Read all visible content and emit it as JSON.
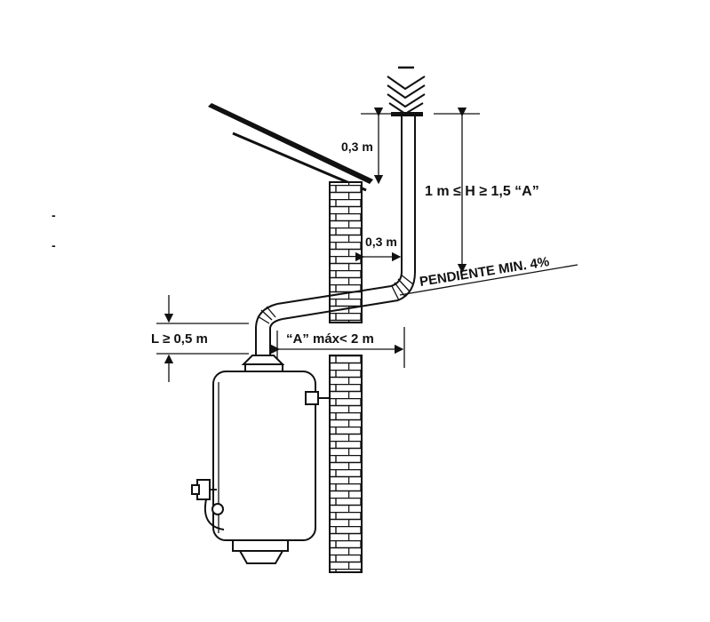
{
  "labels": {
    "clearance_top": "0,3 m",
    "height_rule": "1 m ≤ H ≥ 1,5 “A”",
    "clearance_wall": "0,3 m",
    "slope": "PENDIENTE MIN. 4%",
    "length_min": "L  ≥ 0,5 m",
    "horizontal_max": "“A” máx< 2 m",
    "margin_mark_1": "-",
    "margin_mark_2": "-"
  },
  "colors": {
    "ink": "#111111",
    "background": "#ffffff"
  },
  "icons": {
    "chimney_cap": "chimney-cap-icon",
    "water_heater": "water-heater-icon",
    "gas_valve": "gas-valve-icon",
    "brick_wall": "brick-wall-icon",
    "roof": "roof-icon"
  }
}
